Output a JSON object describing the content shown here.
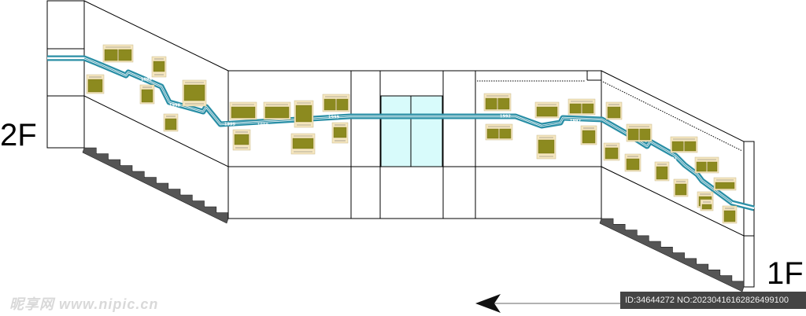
{
  "floors": {
    "upper": "2F",
    "lower": "1F"
  },
  "timeline_years": [
    "1996",
    "1998",
    "1999",
    "1990",
    "1993",
    "1999",
    "1992",
    "1992",
    "1993",
    "1992"
  ],
  "watermark": {
    "site": "昵享网 www.nipic.cn",
    "id_line": "ID:34644272 NO:20230416162826499100"
  },
  "colors": {
    "wall_line": "#000000",
    "timeline_outer": "#2a8fa6",
    "timeline_inner": "#ffffff",
    "panel_fill": "#f5e6bf",
    "photo_fill": "#8c8a1f",
    "glass_fill": "#d8fbfb",
    "stair_fill": "#555555"
  },
  "icons": {
    "direction_arrow": "arrow-left-icon"
  }
}
